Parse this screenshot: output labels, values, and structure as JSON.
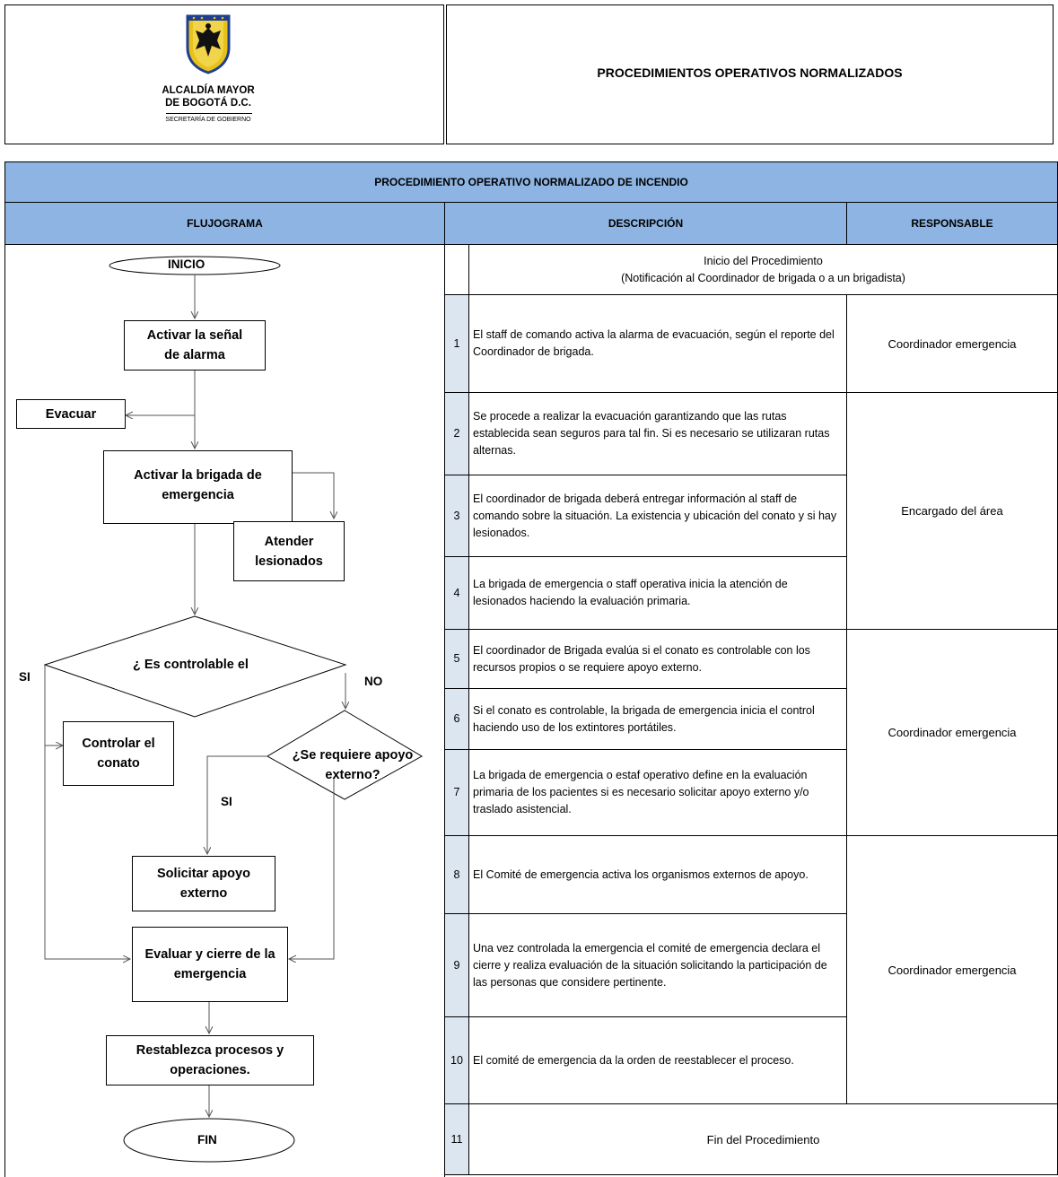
{
  "header": {
    "org_line1": "ALCALDÍA MAYOR",
    "org_line2": "DE BOGOTÁ D.C.",
    "org_line3": "SECRETARÍA DE GOBIERNO",
    "title": "PROCEDIMIENTOS OPERATIVOS NORMALIZADOS"
  },
  "section_title": "PROCEDIMIENTO OPERATIVO NORMALIZADO DE INCENDIO",
  "columns": {
    "flow": "FLUJOGRAMA",
    "desc": "DESCRIPCIÓN",
    "resp": "RESPONSABLE"
  },
  "flow": {
    "start": "INICIO",
    "alarm": "Activar la señal de alarma",
    "evacuate": "Evacuar",
    "brigade": "Activar la brigada de emergencia",
    "injured": "Atender lesionados",
    "decision1": "¿ Es controlable el",
    "yes1": "SI",
    "no1": "NO",
    "control": "Controlar el conato",
    "decision2": "¿Se requiere apoyo externo?",
    "yes2": "SI",
    "request": "Solicitar apoyo externo",
    "evaluate": "Evaluar  y cierre de la emergencia",
    "restore": "Restablezca procesos y operaciones.",
    "end": "FIN"
  },
  "intro": {
    "line1": "Inicio del Procedimiento",
    "line2": "(Notificación al Coordinador de brigada o a un brigadista)"
  },
  "steps": [
    {
      "n": "1",
      "text": "El staff de comando activa la alarma de evacuación, según el reporte del Coordinador de brigada."
    },
    {
      "n": "2",
      "text": "Se procede a realizar la evacuación garantizando que las rutas establecida sean seguros para tal fin. Si es necesario se utilizaran rutas alternas."
    },
    {
      "n": "3",
      "text": "El coordinador de brigada deberá entregar información al staff de comando sobre la situación. La existencia y ubicación del conato y si hay lesionados."
    },
    {
      "n": "4",
      "text": "La brigada de emergencia o staff operativa inicia la atención de lesionados haciendo la evaluación primaria."
    },
    {
      "n": "5",
      "text": "El coordinador de Brigada evalúa si el conato es controlable con los recursos propios o se requiere apoyo externo."
    },
    {
      "n": "6",
      "text": "Si el conato es controlable, la brigada de emergencia inicia el control haciendo uso de los extintores portátiles."
    },
    {
      "n": "7",
      "text": "La brigada de emergencia o estaf operativo define en la evaluación primaria de los pacientes si es necesario solicitar apoyo externo y/o traslado asistencial."
    },
    {
      "n": "8",
      "text": "El Comité de emergencia activa los organismos externos de apoyo."
    },
    {
      "n": "9",
      "text": "Una vez controlada la emergencia el comité de emergencia declara el cierre y realiza evaluación de la situación solicitando la participación de las personas que considere pertinente."
    },
    {
      "n": "10",
      "text": "El comité de emergencia da la orden de reestablecer el proceso."
    }
  ],
  "final": {
    "n": "11",
    "text": "Fin del Procedimiento"
  },
  "responsables": {
    "r1": "Coordinador emergencia",
    "r2": "Encargado del área",
    "r3": "Coordinador emergencia",
    "r4": "Coordinador emergencia"
  }
}
